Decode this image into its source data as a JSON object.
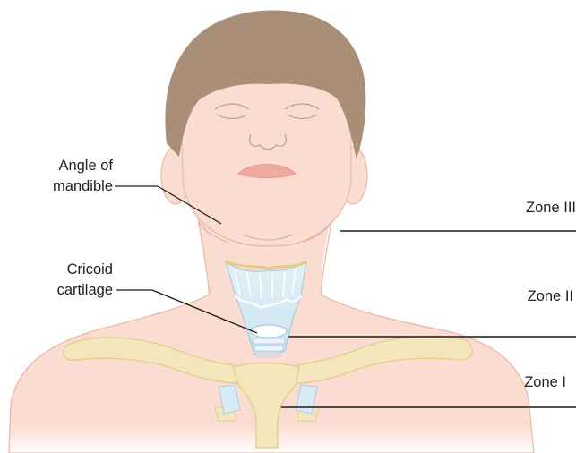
{
  "labels": {
    "angle_line1": "Angle of",
    "angle_line2": "mandible",
    "cricoid_line1": "Cricoid",
    "cricoid_line2": "cartilage",
    "zone3": "Zone III",
    "zone2": "Zone II",
    "zone1": "Zone I"
  },
  "colors": {
    "skin": "#fadcd0",
    "skin_outline": "#e8b8a4",
    "hair": "#a98f78",
    "lips": "#f0a9a0",
    "bone": "#f3e6bc",
    "bone_outline": "#e2cc88",
    "trachea": "#d8ebf5",
    "line": "#1a1a1a"
  }
}
